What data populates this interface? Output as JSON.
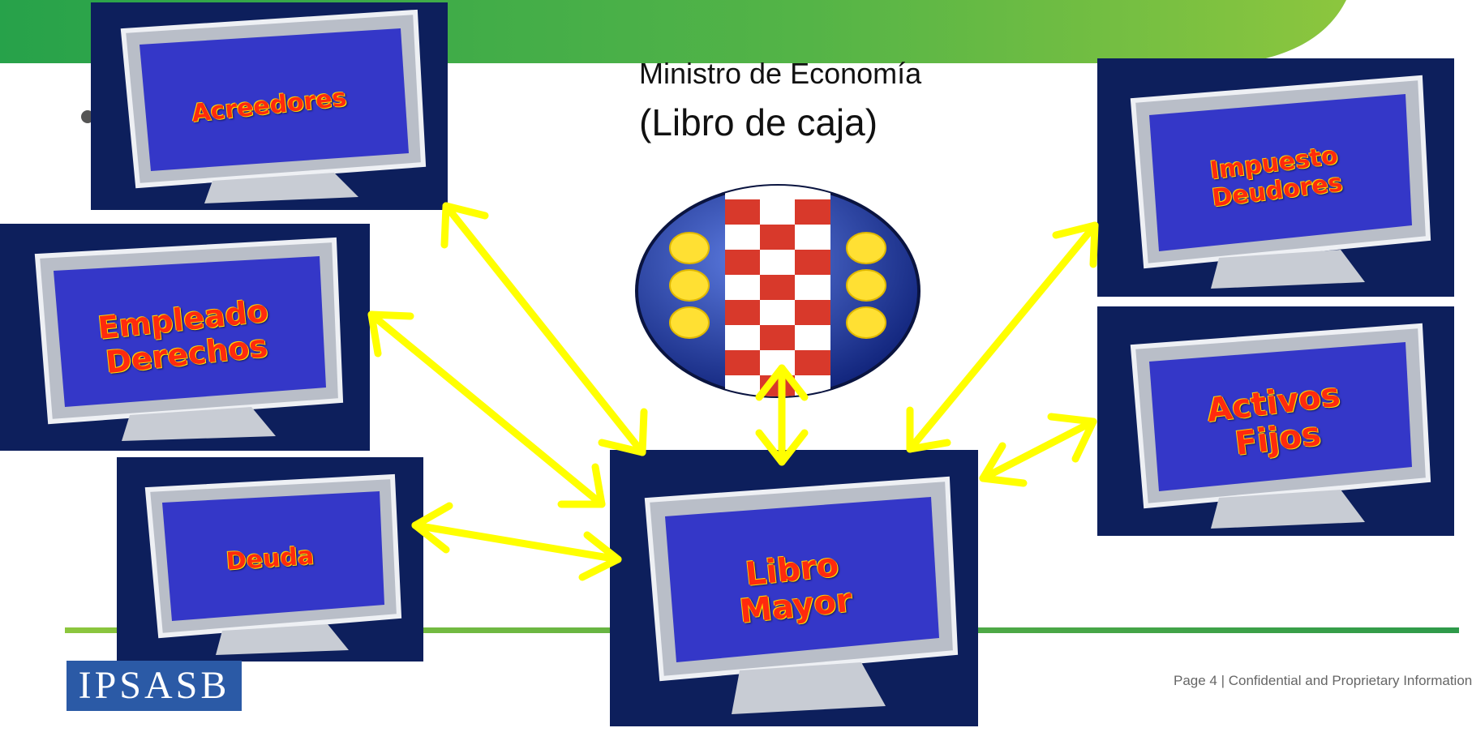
{
  "slide": {
    "title_line1": "Ministro de Economía",
    "title_line2": "(Libro de caja)",
    "logo_text": "IPSASB",
    "footer_text": "Page 4 | Confidential and Proprietary Information"
  },
  "nodes": {
    "acreedores": "Acreedores",
    "empleado": "Empleado\nDerechos",
    "deuda": "Deuda",
    "libro_mayor": "Libro\nMayor",
    "impuesto": "Impuesto\nDeudores",
    "activos": "Activos\nFijos"
  },
  "colors": {
    "panel_bg": "#0d1f5c",
    "arrow": "#ffff00",
    "header_green": "#4caf50",
    "label": "#ff2a0e",
    "logo_bg": "#2b5aa6"
  }
}
